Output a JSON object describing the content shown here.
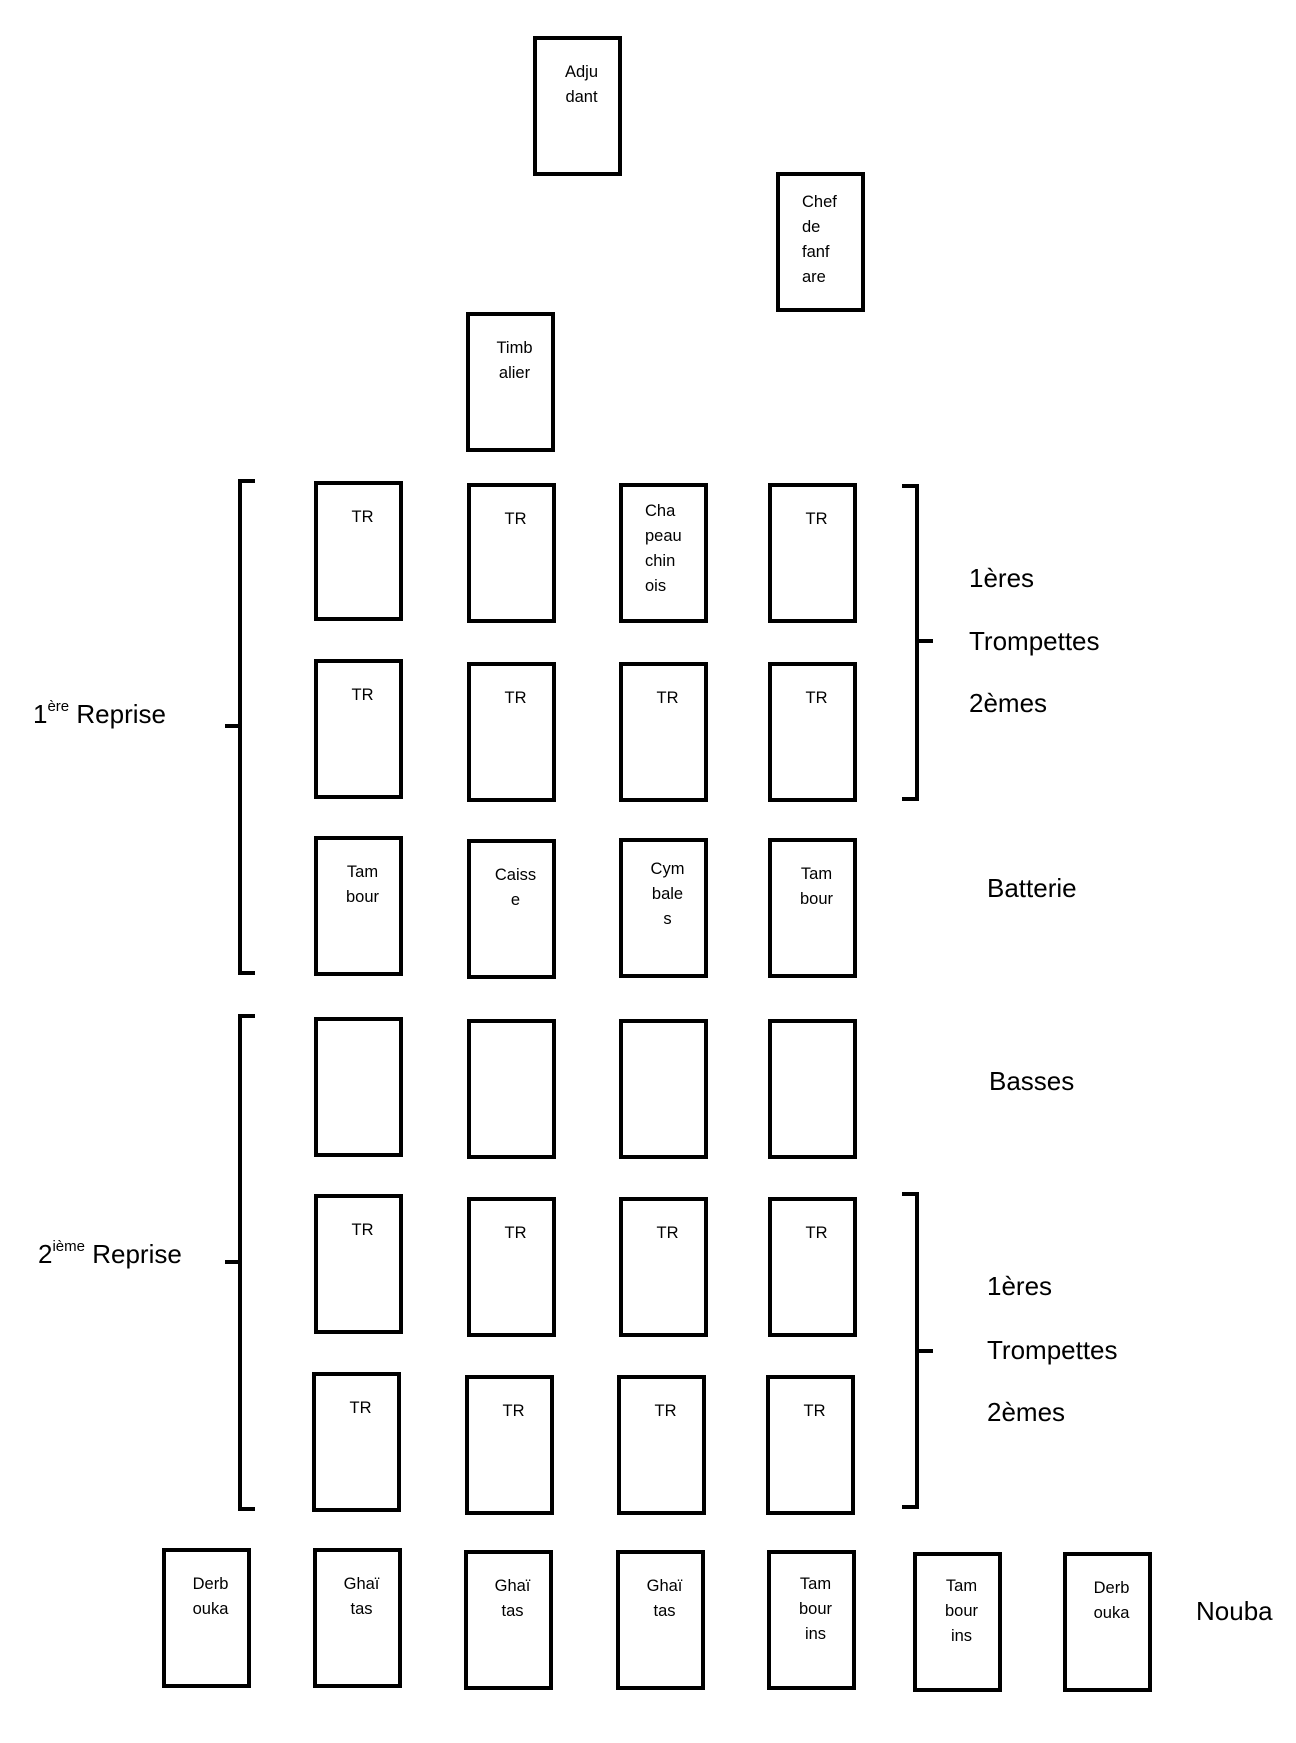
{
  "boxes": {
    "adjudant": "Adju\ndant",
    "chef": "Chef\nde\nfanf\nare",
    "timbalier": "Timb\nalier",
    "r1_row1": [
      "TR",
      "TR",
      "Cha\npeau\nchin\nois",
      "TR"
    ],
    "r1_row2": [
      "TR",
      "TR",
      "TR",
      "TR"
    ],
    "r1_row3": [
      "Tam\nbour",
      "Caiss\ne",
      "Cym\nbale\ns",
      "Tam\nbour"
    ],
    "r2_row1": [
      "",
      "",
      "",
      ""
    ],
    "r2_row2": [
      "TR",
      "TR",
      "TR",
      "TR"
    ],
    "r2_row3": [
      "TR",
      "TR",
      "TR",
      "TR"
    ],
    "nouba": [
      "Derb\nouka",
      "Ghaï\ntas",
      "Ghaï\ntas",
      "Ghaï\ntas",
      "Tam\nbour\nins",
      "Tam\nbour\nins",
      "Derb\nouka"
    ]
  },
  "labels": {
    "reprise1_num": "1",
    "reprise1_sup": "ère",
    "reprise1_text": " Reprise",
    "reprise2_num": "2",
    "reprise2_sup": "ième",
    "reprise2_text": " Reprise",
    "g1_a": "1ères",
    "g1_b": "Trompettes",
    "g1_c": "2èmes",
    "batterie": "Batterie",
    "basses": "Basses",
    "g2_a": "1ères",
    "g2_b": "Trompettes",
    "g2_c": "2èmes",
    "nouba": "Nouba"
  }
}
